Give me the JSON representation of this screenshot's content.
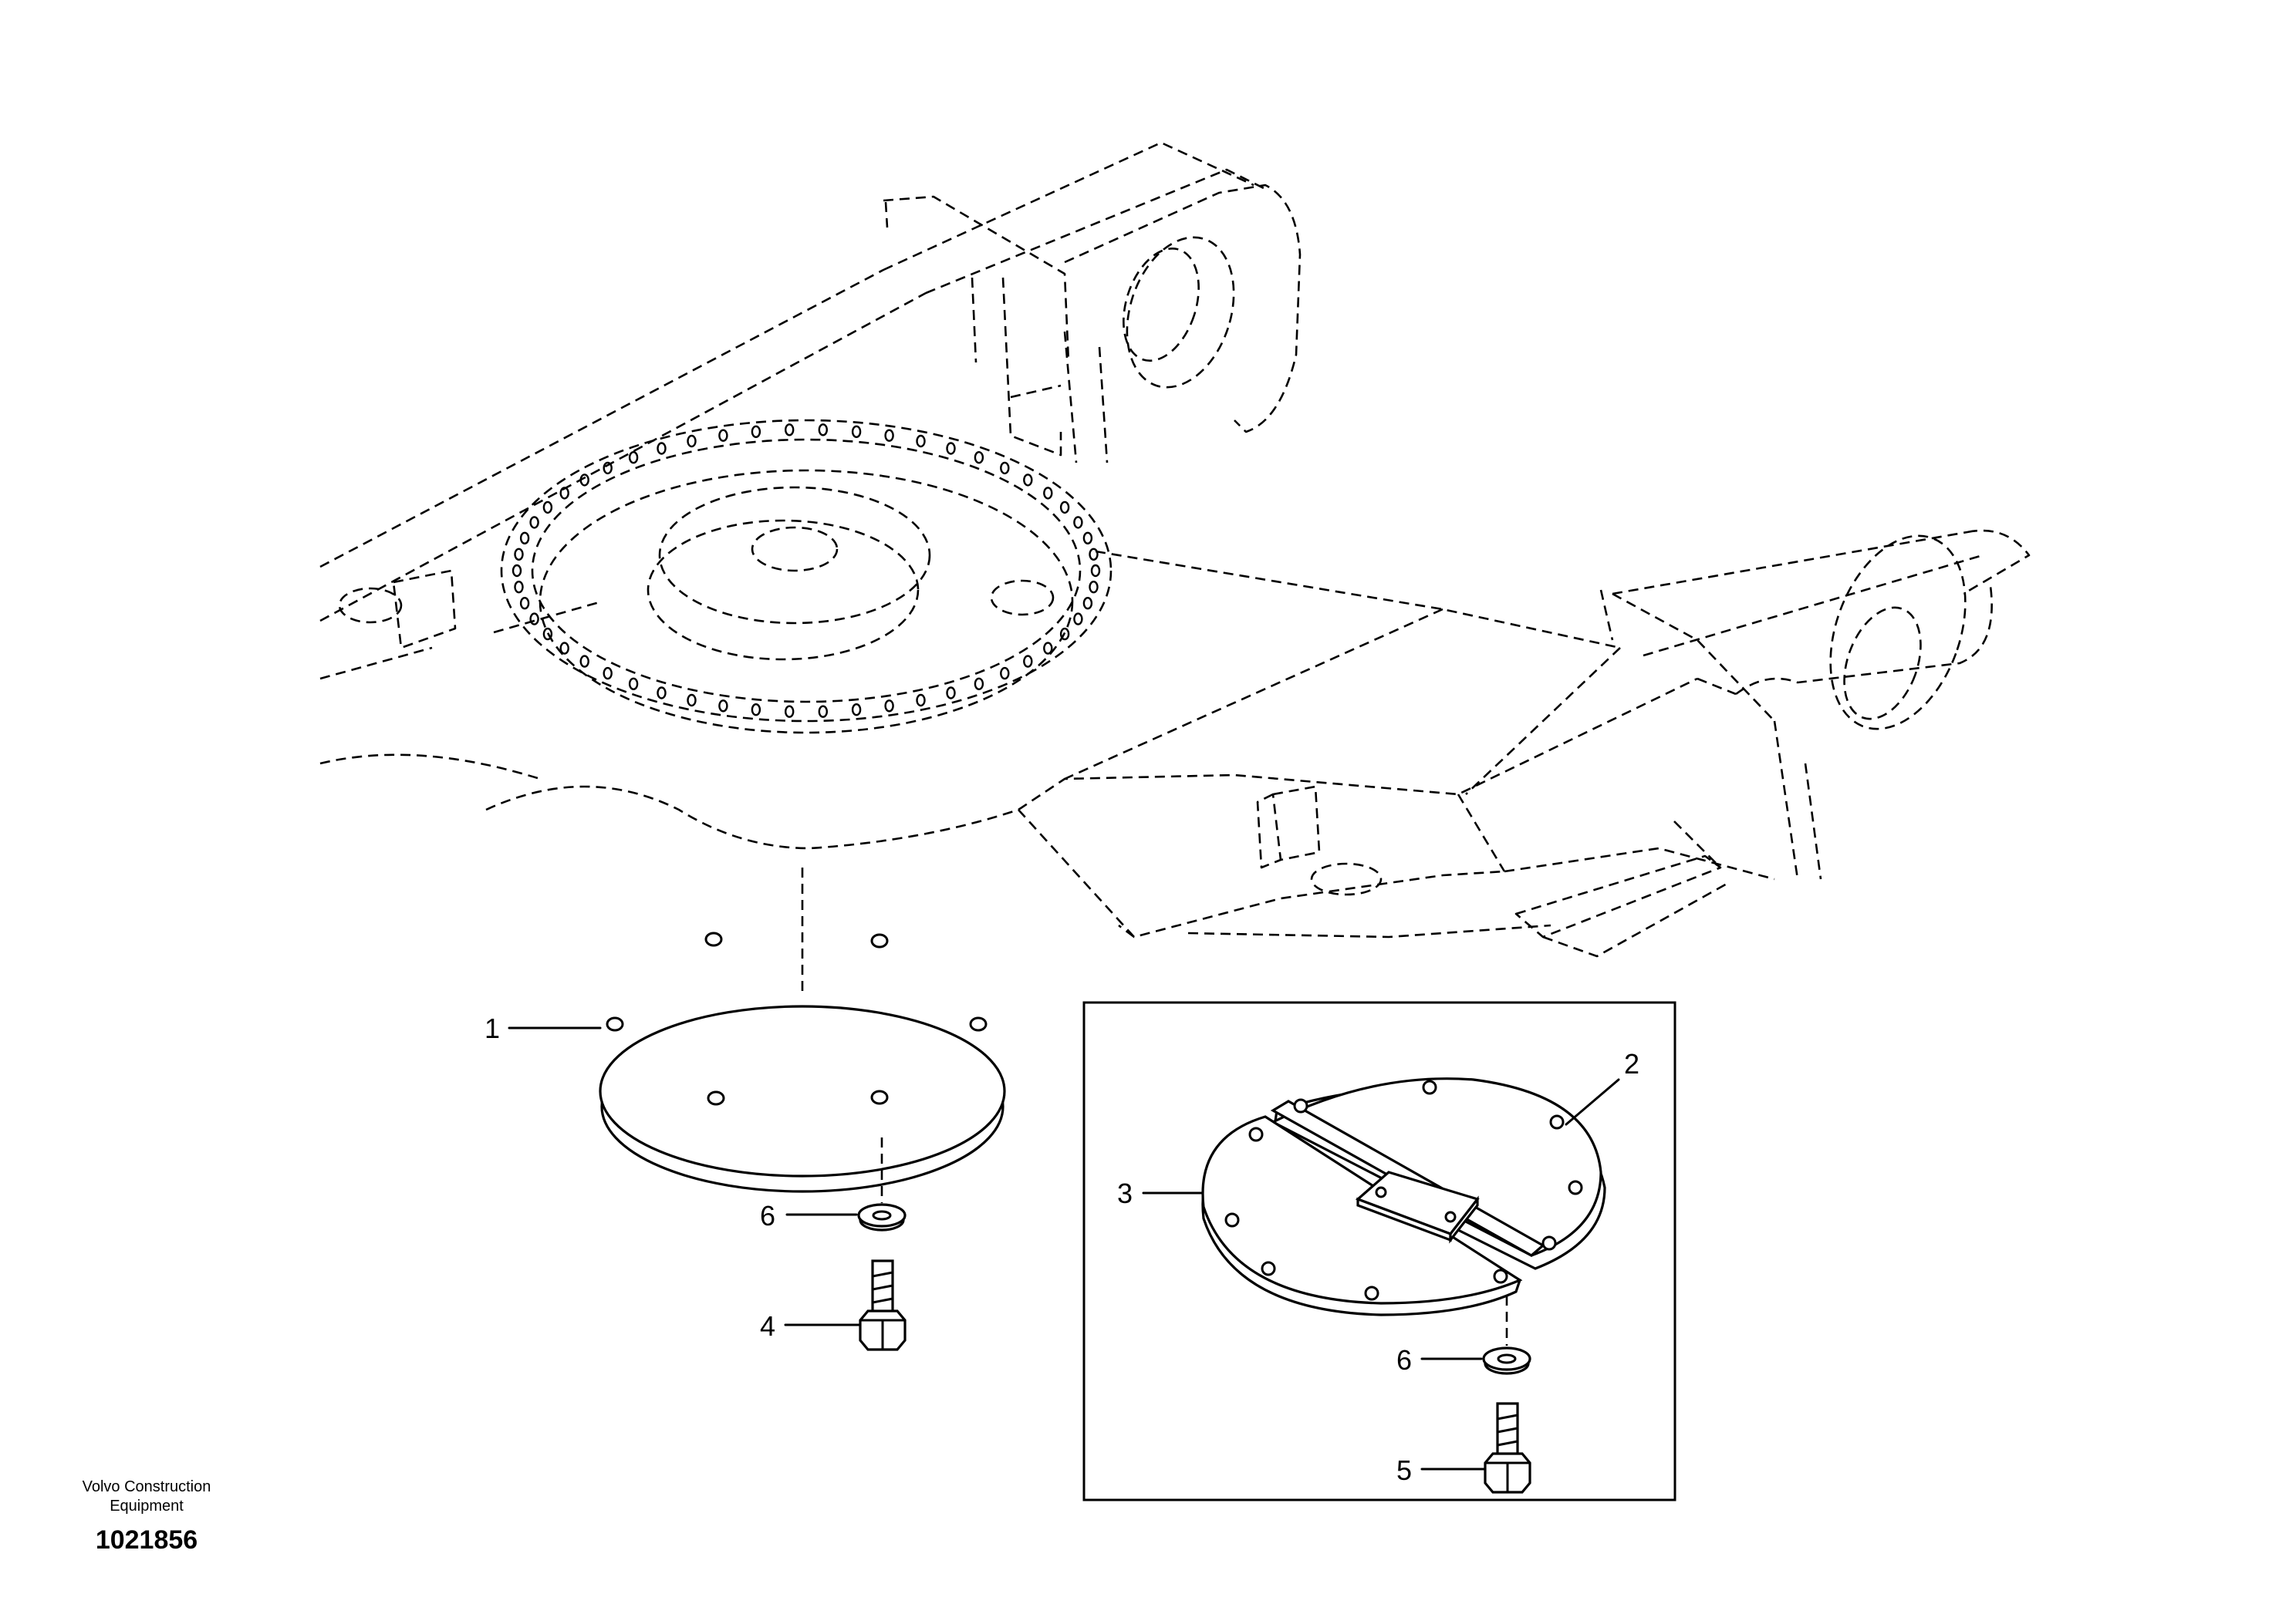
{
  "callouts": {
    "main_cover": "1",
    "inset_cover_right": "2",
    "inset_cover_left": "3",
    "bolt_main": "4",
    "bolt_inset": "5",
    "washer_main": "6",
    "washer_inset": "6"
  },
  "footer": {
    "company": "Volvo Construction Equipment",
    "drawing_number": "1021856"
  }
}
